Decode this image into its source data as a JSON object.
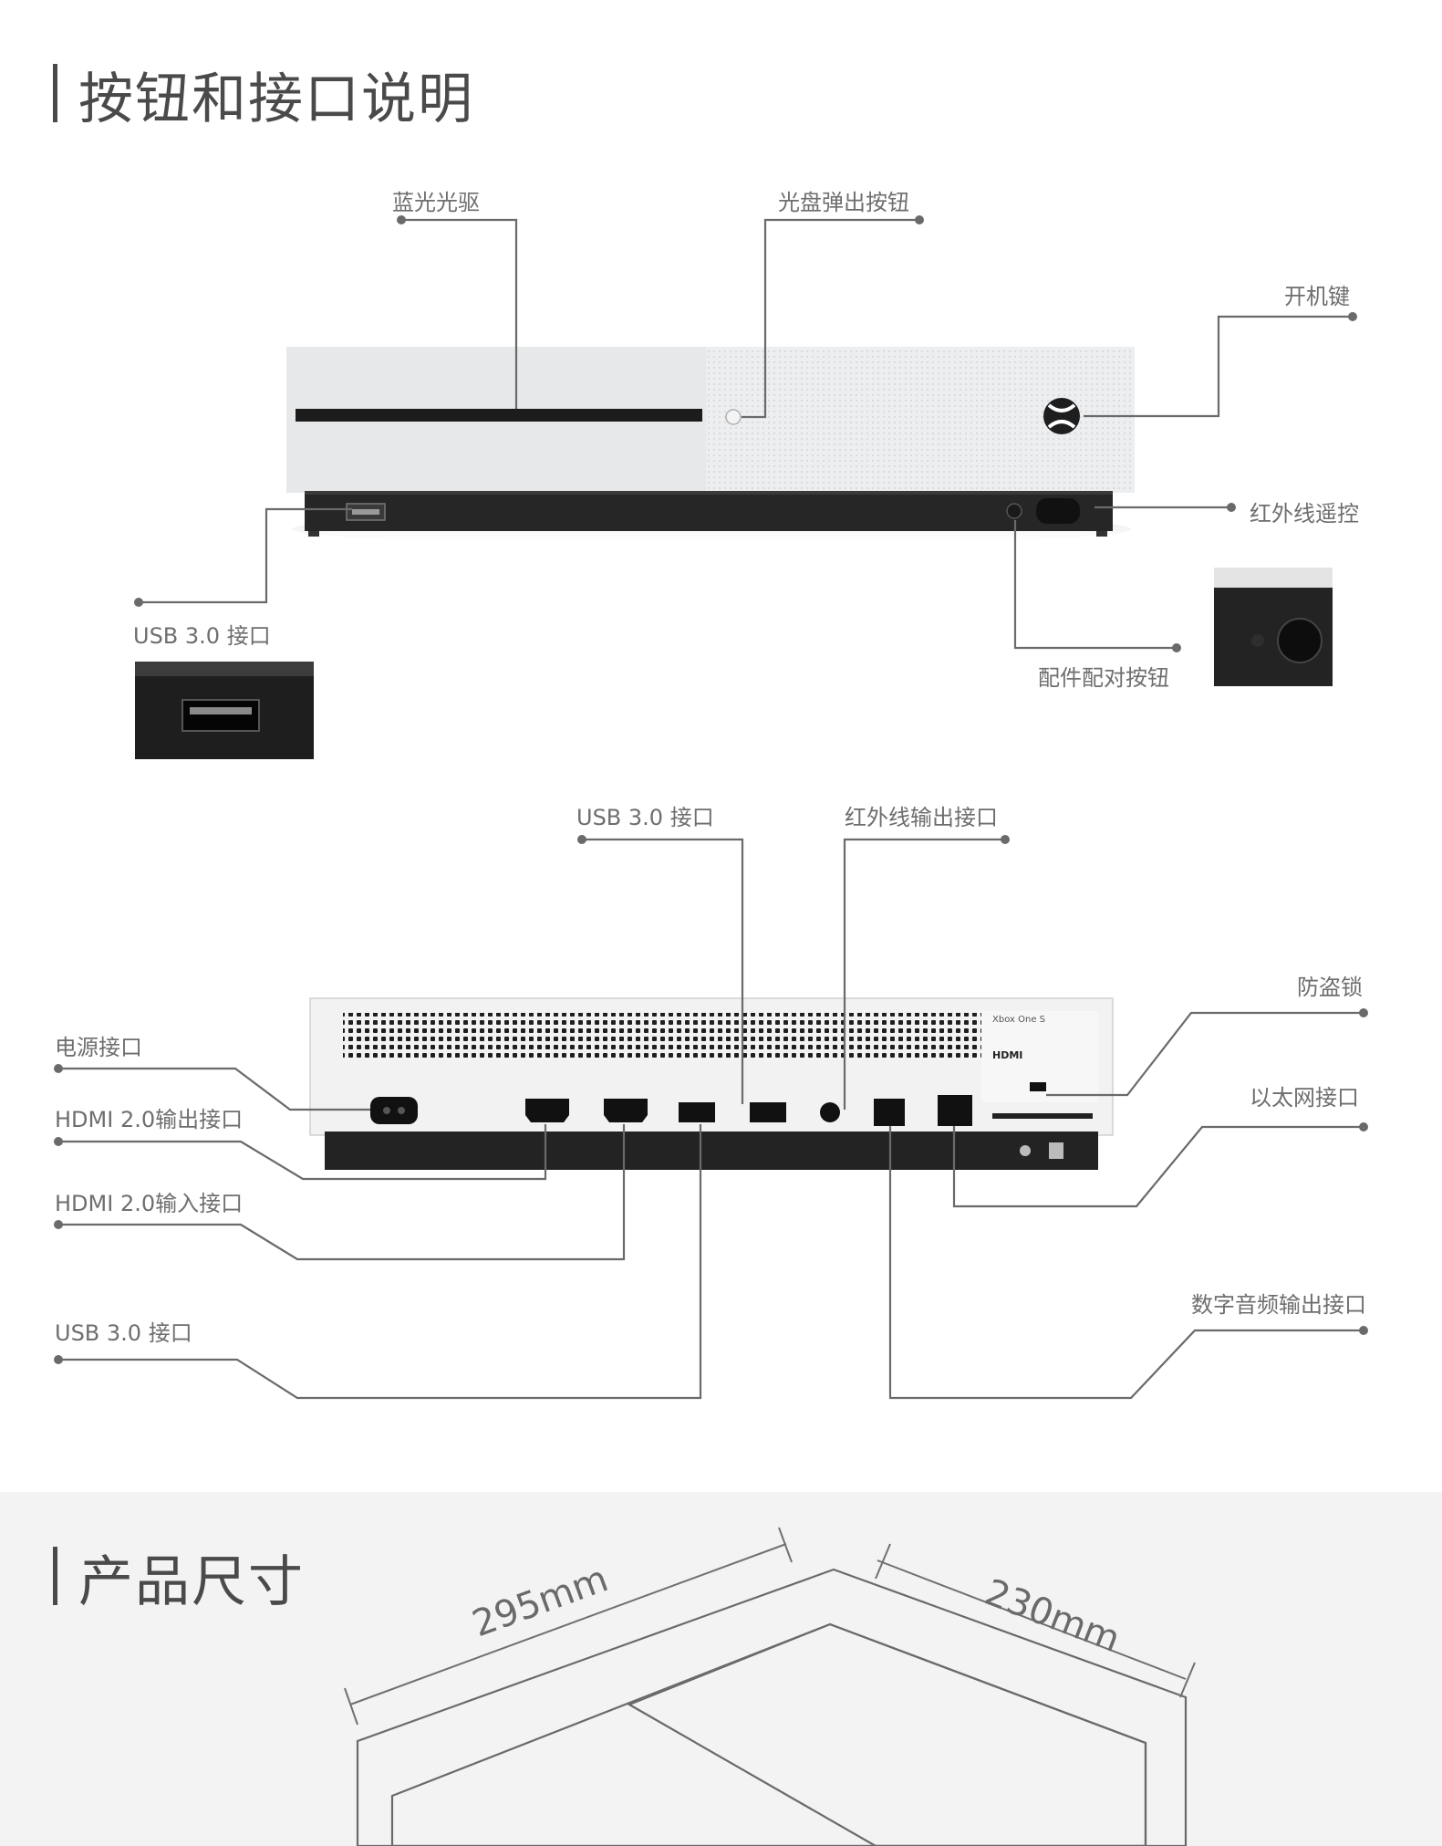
{
  "section_buttons": {
    "title": "按钮和接口说明"
  },
  "front_labels": {
    "bluray_drive": "蓝光光驱",
    "eject_button": "光盘弹出按钮",
    "power_button": "开机键",
    "ir_receiver": "红外线遥控",
    "usb_front": "USB 3.0 接口",
    "pair_button": "配件配对按钮"
  },
  "rear_labels": {
    "usb_top": "USB 3.0 接口",
    "ir_out": "红外线输出接口",
    "lock": "防盗锁",
    "power_port": "电源接口",
    "hdmi_out": "HDMI 2.0输出接口",
    "hdmi_in": "HDMI 2.0输入接口",
    "usb_bottom": "USB 3.0 接口",
    "ethernet": "以太网接口",
    "spdif": "数字音频输出接口"
  },
  "rear_panel_text": {
    "model": "Xbox One S",
    "hdmi_logo": "HDMI"
  },
  "section_size": {
    "title": "产品尺寸",
    "width_label": "295mm",
    "depth_label": "230mm"
  }
}
